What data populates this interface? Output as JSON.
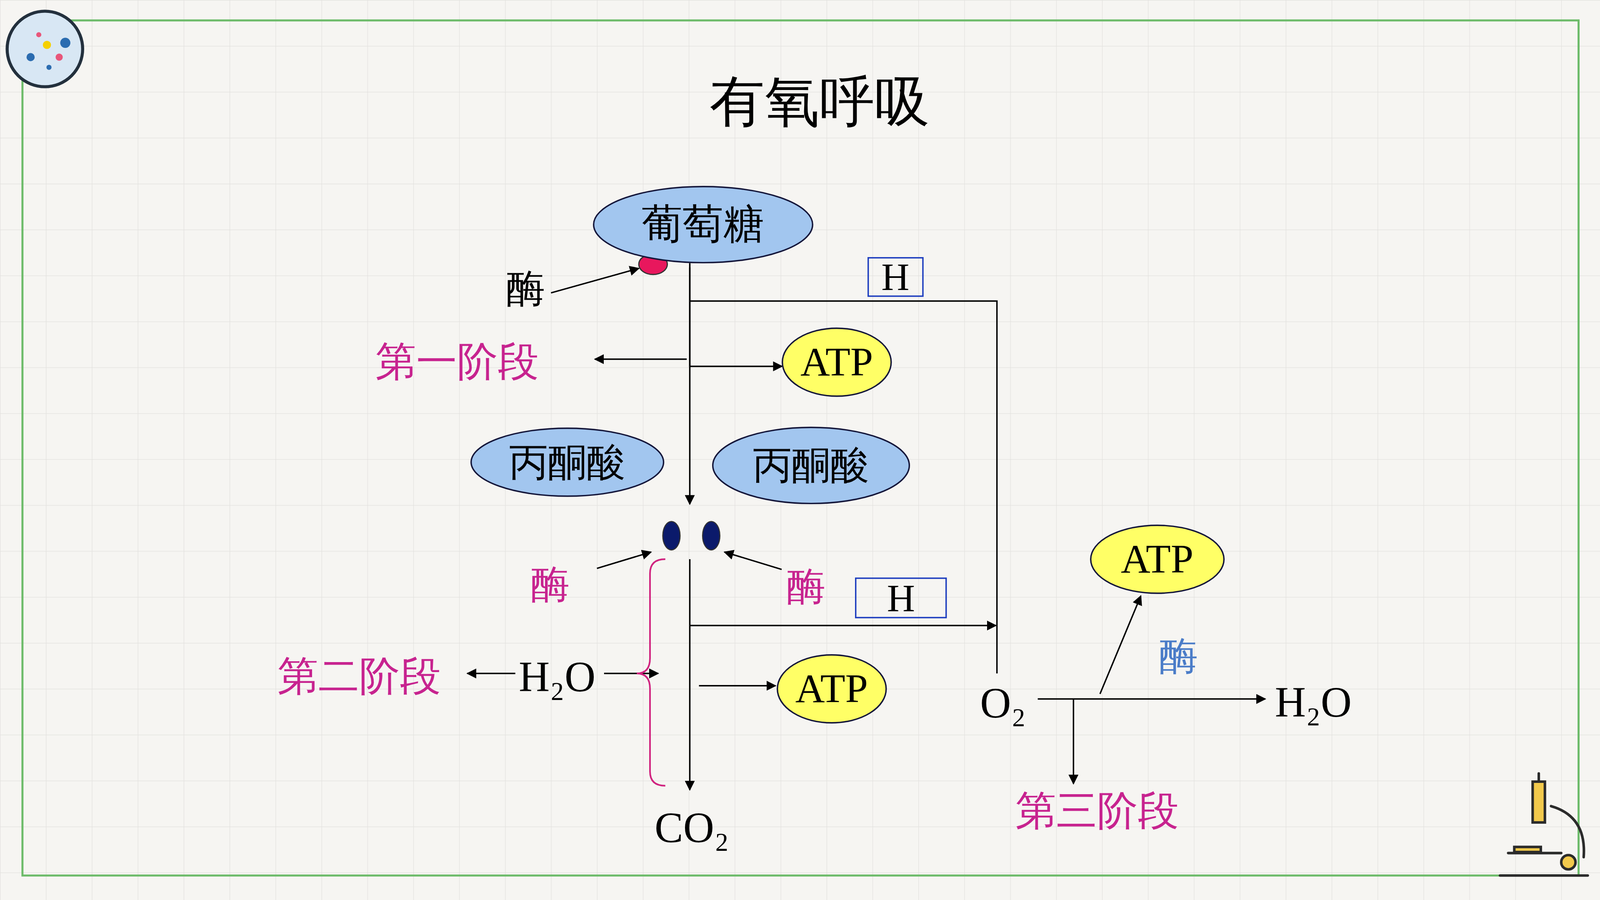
{
  "diagram": {
    "title": "有氧呼吸",
    "nodes": [
      {
        "text": [
          "葡萄糖"
        ]
      },
      {
        "text": [
          "H"
        ]
      },
      {
        "text": [
          "ATP"
        ]
      },
      {
        "text": [
          "丙酮酸"
        ]
      },
      {
        "text": [
          "丙酮酸"
        ]
      },
      {
        "text": [
          "ATP"
        ]
      },
      {
        "text": [
          "H"
        ]
      },
      {
        "text": [
          "ATP"
        ]
      }
    ],
    "edges": [
      {
        "from": 0,
        "to": 2,
        "arrow": "to"
      }
    ],
    "labels": [
      "酶",
      "第一阶段",
      "酶",
      "酶",
      "第二阶段",
      "H₂O",
      "CO₂",
      "O₂",
      "H₂O",
      "第三阶段",
      "酶"
    ]
  }
}
